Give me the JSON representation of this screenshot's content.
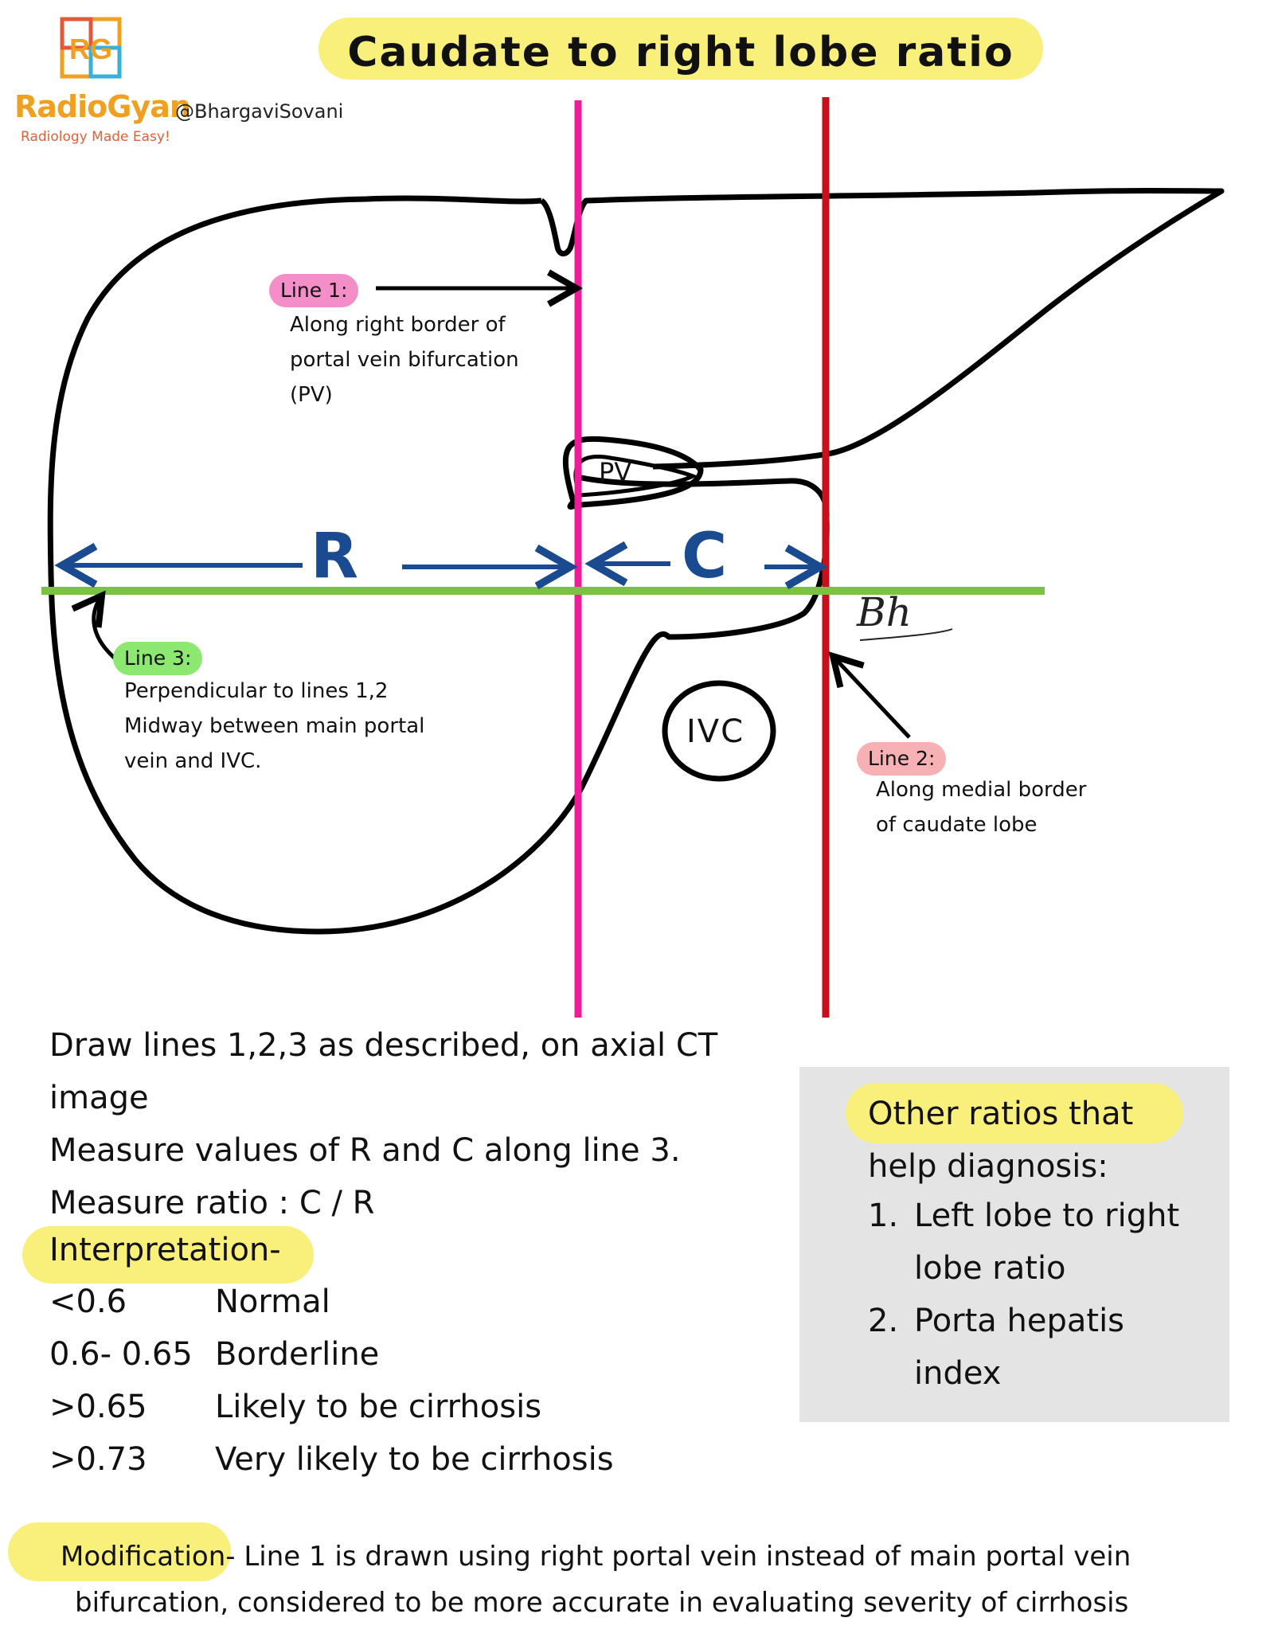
{
  "logo": {
    "mark": "RG",
    "brand": "RadioGyan",
    "tagline": "Radiology Made Easy!",
    "handle": "@BhargaviSovani"
  },
  "title": "Caudate to right lobe ratio",
  "diagram": {
    "line1": {
      "tag": "Line 1:",
      "text": "Along right border of\nportal vein bifurcation\n(PV)"
    },
    "line2": {
      "tag": "Line 2:",
      "text": "Along medial border\nof caudate lobe"
    },
    "line3": {
      "tag": "Line 3:",
      "text": "Perpendicular to lines 1,2\nMidway between main portal\nvein and IVC."
    },
    "r_label": "R",
    "c_label": "C",
    "pv_label": "PV",
    "ivc_label": "IVC",
    "signature": "Bh",
    "colors": {
      "line1": "#ee1c9a",
      "line2": "#c8101a",
      "line3": "#7cc242",
      "arrows": "#1a4a90",
      "outline": "#000000"
    }
  },
  "instructions": [
    "Draw lines 1,2,3 as described, on axial CT",
    "image",
    "Measure values of R and C along line 3.",
    "Measure ratio : C / R"
  ],
  "interpretation": {
    "title": "Interpretation-",
    "rows": [
      {
        "value": "<0.6",
        "meaning": "Normal"
      },
      {
        "value": "0.6- 0.65",
        "meaning": "Borderline"
      },
      {
        "value": ">0.65",
        "meaning": "Likely to be cirrhosis"
      },
      {
        "value": ">0.73",
        "meaning": "Very likely to be cirrhosis"
      }
    ]
  },
  "other_ratios": {
    "heading": "Other ratios that\nhelp diagnosis:",
    "items": [
      {
        "num": "1.",
        "text": "Left lobe to right\nlobe ratio"
      },
      {
        "num": "2.",
        "text": "Porta hepatis\nindex"
      }
    ]
  },
  "modification": {
    "label": "Modification",
    "text1": "- Line 1 is drawn using right portal vein instead of main portal vein",
    "text2": "bifurcation, considered to be more accurate in evaluating severity of cirrhosis"
  }
}
